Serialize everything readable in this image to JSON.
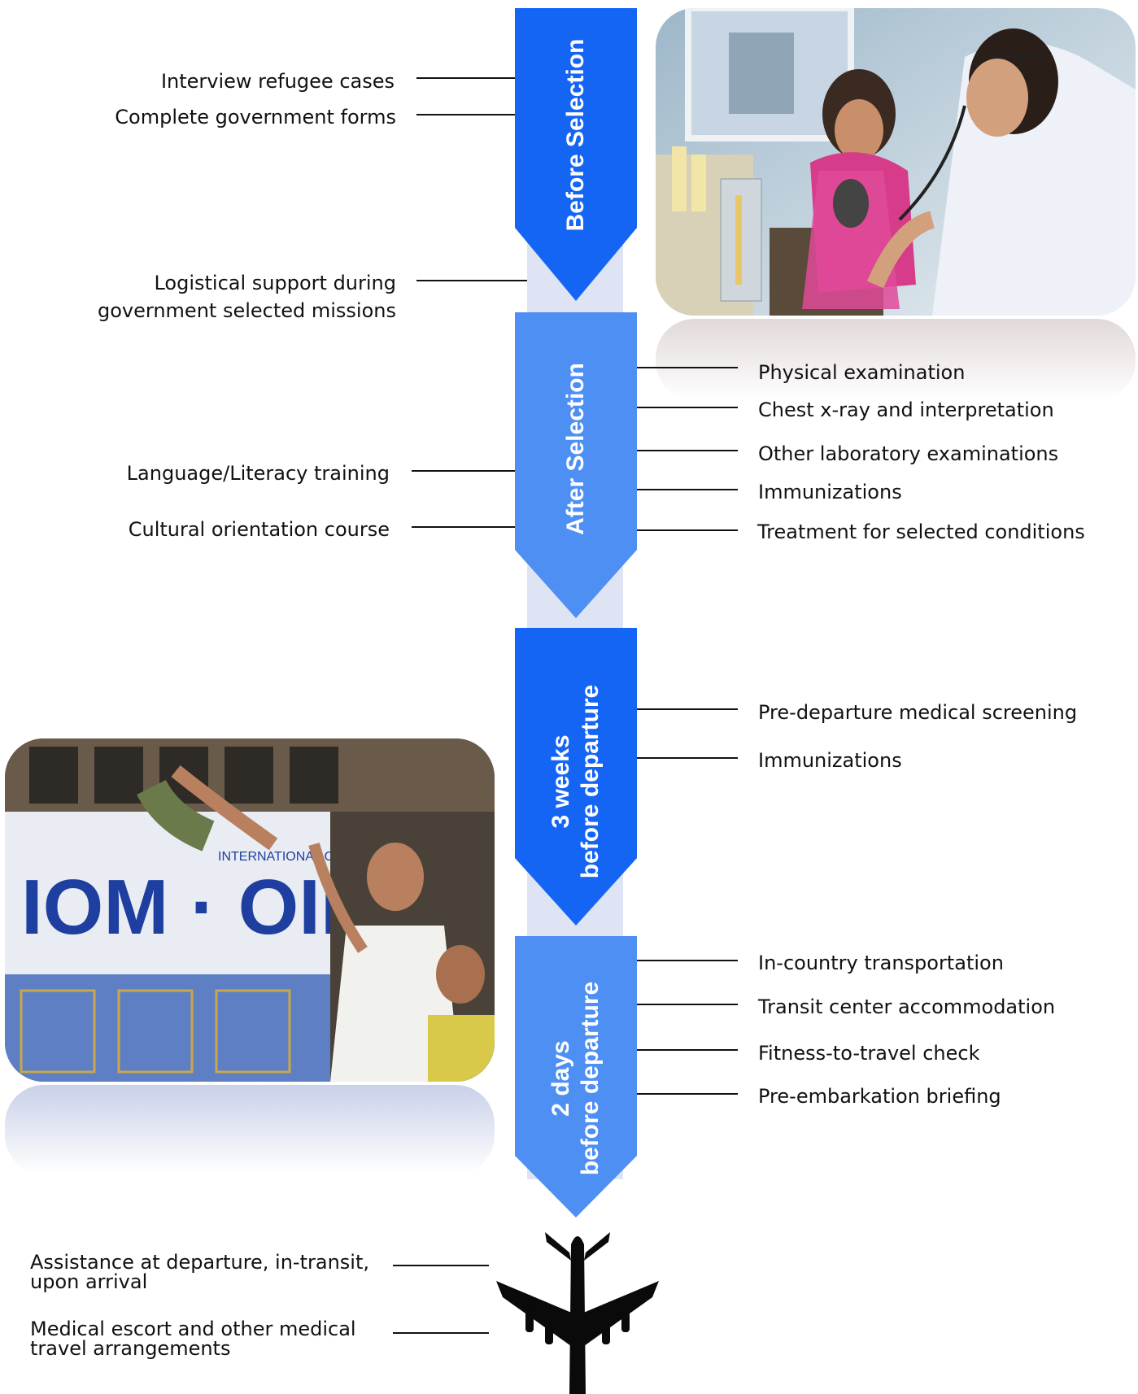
{
  "stages": [
    {
      "label": "Before Selection",
      "color": "#1a6ef0"
    },
    {
      "label": "After Selection",
      "color": "#4a8cf0"
    },
    {
      "label_line1": "3 weeks",
      "label_line2": "before departure",
      "color": "#1a6ef0"
    },
    {
      "label_line1": "2 days",
      "label_line2": "before departure",
      "color": "#4a8cf0"
    }
  ],
  "left_items": {
    "interview": "Interview refugee cases",
    "forms": "Complete government forms",
    "logistics_1": "Logistical support during",
    "logistics_2": "government selected missions",
    "language": "Language/Literacy training",
    "cultural": "Cultural orientation course",
    "assist_1": "Assistance at departure, in-transit,",
    "assist_2": "upon arrival",
    "escort_1": "Medical escort and other medical",
    "escort_2": "travel arrangements"
  },
  "right_items": {
    "physical": "Physical examination",
    "chest": "Chest x-ray and interpretation",
    "lab": "Other laboratory examinations",
    "immun_1": "Immunizations",
    "treatment": "Treatment for selected conditions",
    "predeparture": "Pre-departure medical screening",
    "immun_2": "Immunizations",
    "transport": "In-country transportation",
    "transit": "Transit center accommodation",
    "fitness": "Fitness-to-travel check",
    "briefing": "Pre-embarkation briefing"
  },
  "bus_sign": "IOM · OIM",
  "bus_sign_small": "INTERNATIONAL ORGANIZATION FOR MIGRATION"
}
